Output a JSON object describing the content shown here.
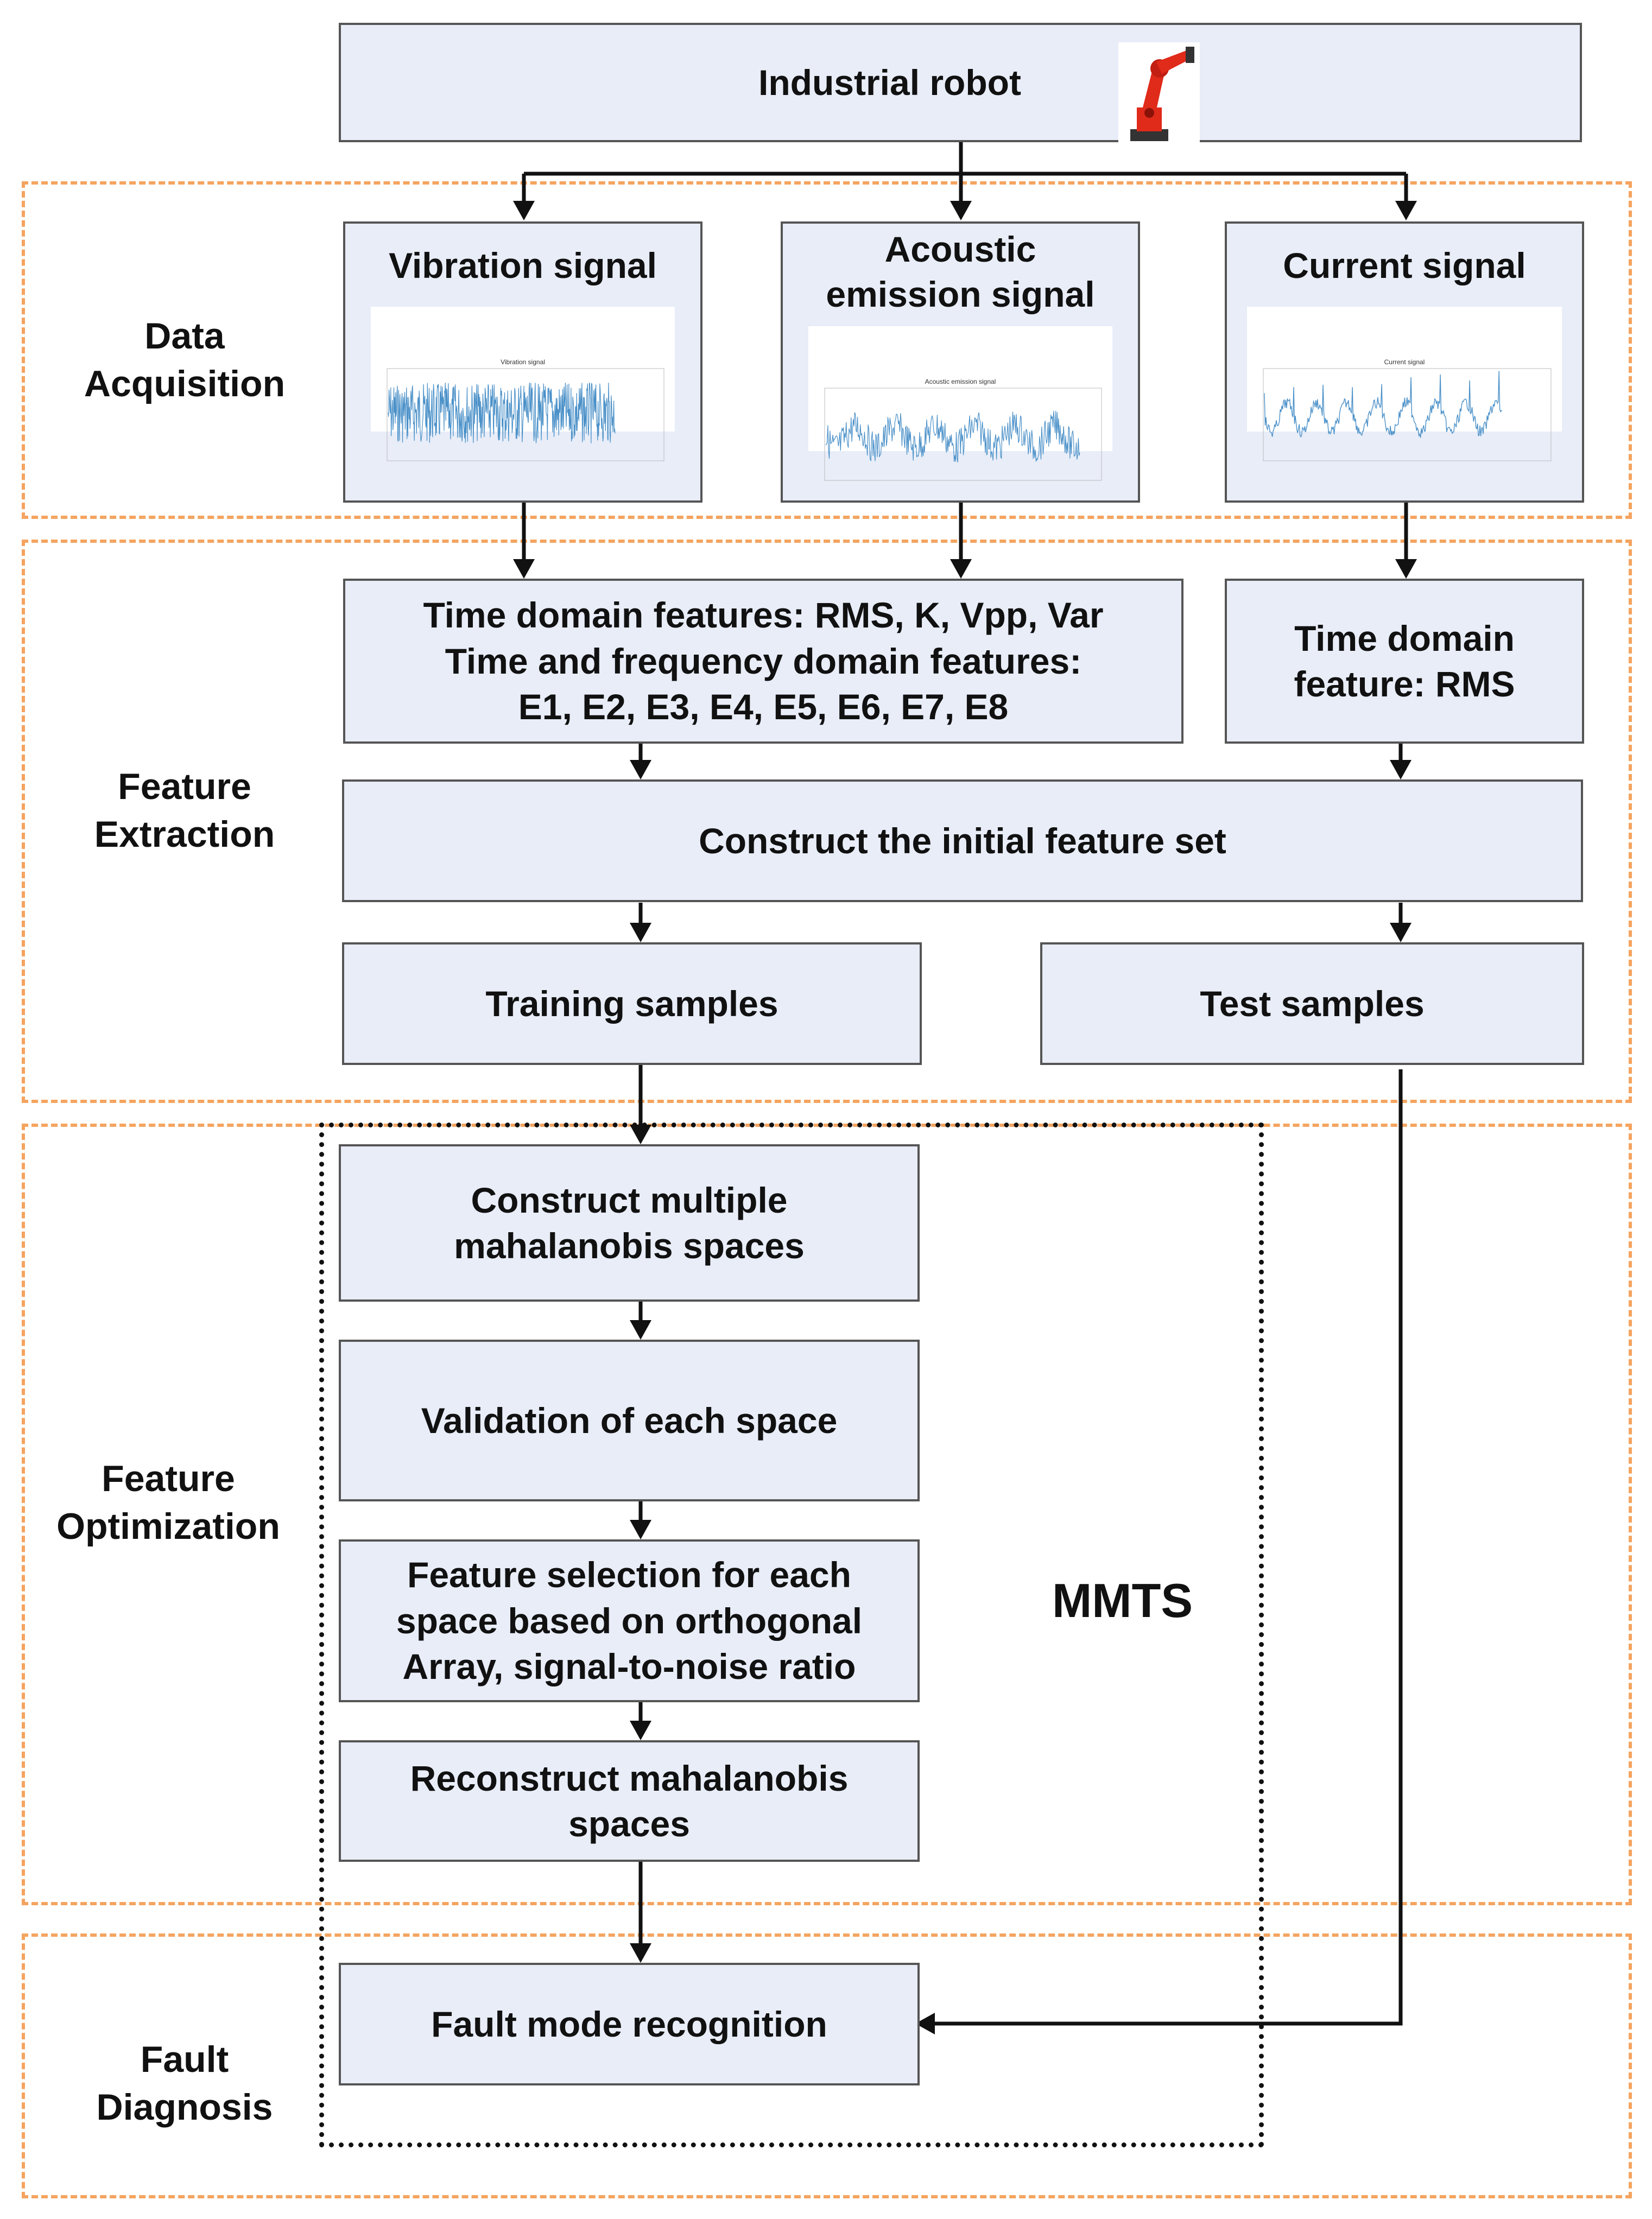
{
  "header": {
    "title": "Industrial robot"
  },
  "sections": {
    "data_acquisition": "Data\nAcquisition",
    "feature_extraction": "Feature\nExtraction",
    "feature_optimization": "Feature\nOptimization",
    "fault_diagnosis": "Fault\nDiagnosis"
  },
  "signals": {
    "vibration": {
      "title": "Vibration signal",
      "plot_title": "Vibration signal"
    },
    "acoustic": {
      "title": "Acoustic\nemission signal",
      "plot_title": "Acoustic emission signal"
    },
    "current": {
      "title": "Current signal",
      "plot_title": "Current signal"
    }
  },
  "extraction": {
    "features_left": "Time domain features: RMS, K, Vpp, Var\nTime and frequency domain features:\nE1, E2, E3, E4, E5, E6, E7, E8",
    "features_right": "Time domain\nfeature: RMS",
    "initial_set": "Construct  the initial feature set",
    "training": "Training samples",
    "test": "Test samples"
  },
  "optimization": {
    "construct_spaces": "Construct multiple\nmahalanobis spaces",
    "validation": "Validation of each space",
    "selection": "Feature selection for each\nspace based on orthogonal\nArray, signal-to-noise ratio",
    "reconstruct": "Reconstruct  mahalanobis\nspaces",
    "mmts_label": "MMTS"
  },
  "diagnosis": {
    "recognition": "Fault mode recognition"
  },
  "colors": {
    "box_fill": "#e8edf8",
    "section_border": "#f4a460",
    "signal_line": "#4a90c8",
    "robot": "#e02a1a"
  }
}
